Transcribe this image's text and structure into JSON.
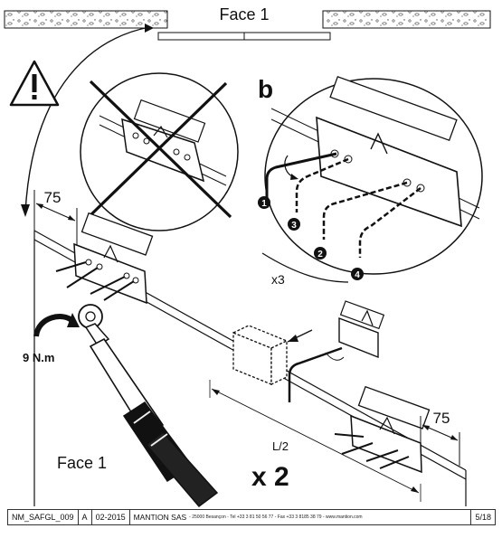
{
  "labels": {
    "face_top": "Face 1",
    "face_bottom": "Face 1",
    "step_b": "b",
    "dim_left": "75",
    "dim_right": "75",
    "torque": "9 N.m",
    "times_three": "x3",
    "half_length": "L/2",
    "times_two": "x 2",
    "bolt_order": [
      "1",
      "2",
      "3",
      "4"
    ]
  },
  "footer": {
    "doc_ref": "NM_SAFGL_009",
    "revision": "A",
    "date": "02-2015",
    "company": "MANTION SAS",
    "company_details": "- 25000 Besançon - Tel +33 3 81 50 56 77 - Fax +33 3 8185 38 79 - www.mantion.com",
    "page": "5/18"
  },
  "icons": [
    "warning-triangle-icon",
    "prohibited-cross-icon",
    "rotation-arrow-icon",
    "torque-wrench-icon",
    "allen-key-icon"
  ]
}
